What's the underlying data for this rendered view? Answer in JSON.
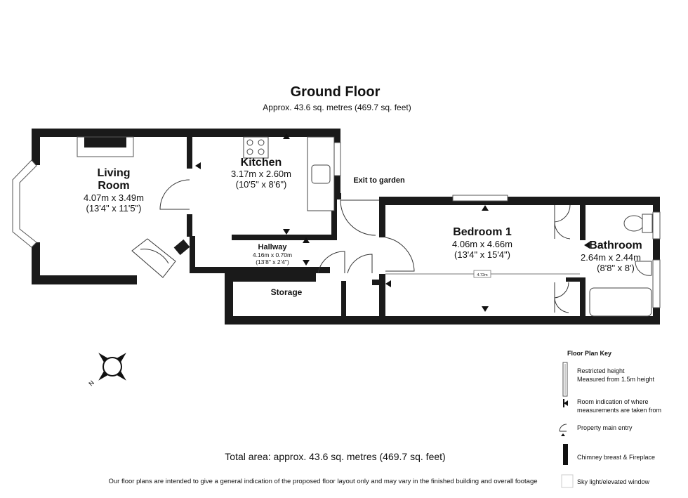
{
  "floor": {
    "title": "Ground Floor",
    "subtitle": "Approx. 43.6 sq. metres (469.7 sq. feet)"
  },
  "rooms": {
    "living_room": {
      "name_line1": "Living",
      "name_line2": "Room",
      "metric": "4.07m x 3.49m",
      "imperial": "(13'4\" x 11'5\")"
    },
    "kitchen": {
      "name": "Kitchen",
      "metric": "3.17m x 2.60m",
      "imperial": "(10'5\" x 8'6\")"
    },
    "hallway": {
      "name": "Hallway",
      "metric": "4.16m x 0.70m",
      "imperial": "(13'8\" x 2'4\")"
    },
    "bedroom_1": {
      "name": "Bedroom 1",
      "metric": "4.06m x 4.66m",
      "imperial": "(13'4\" x 15'4\")"
    },
    "bathroom": {
      "name": "Bathroom",
      "metric": "2.64m x 2.44m",
      "imperial": "(8'8\" x 8')"
    },
    "storage": {
      "name": "Storage"
    }
  },
  "labels": {
    "exit_to_garden": "Exit to garden",
    "restricted_measure": "4.72m"
  },
  "footer": {
    "total_area": "Total area: approx. 43.6 sq. metres (469.7 sq. feet)",
    "disclaimer": "Our floor plans are intended to give a general indication of the proposed floor layout only and may vary in the finished building and overall footage"
  },
  "key": {
    "title": "Floor Plan Key",
    "items": [
      {
        "label_line1": "Restricted height",
        "label_line2": "Measured from 1.5m height",
        "icon": "restricted-height-icon"
      },
      {
        "label_line1": "Room indication of where",
        "label_line2": "measurements are taken from",
        "icon": "measurement-marker-icon"
      },
      {
        "label_line1": "Property main entry",
        "label_line2": "",
        "icon": "main-entry-icon"
      },
      {
        "label_line1": "Chimney breast & Fireplace",
        "label_line2": "",
        "icon": "chimney-icon"
      },
      {
        "label_line1": "Sky light/elevated window",
        "label_line2": "",
        "icon": "skylight-icon"
      }
    ]
  },
  "compass": {
    "north_label": "N",
    "icon": "compass-icon"
  },
  "colors": {
    "wall": "#1a1a1a",
    "window": "#cccccc"
  }
}
